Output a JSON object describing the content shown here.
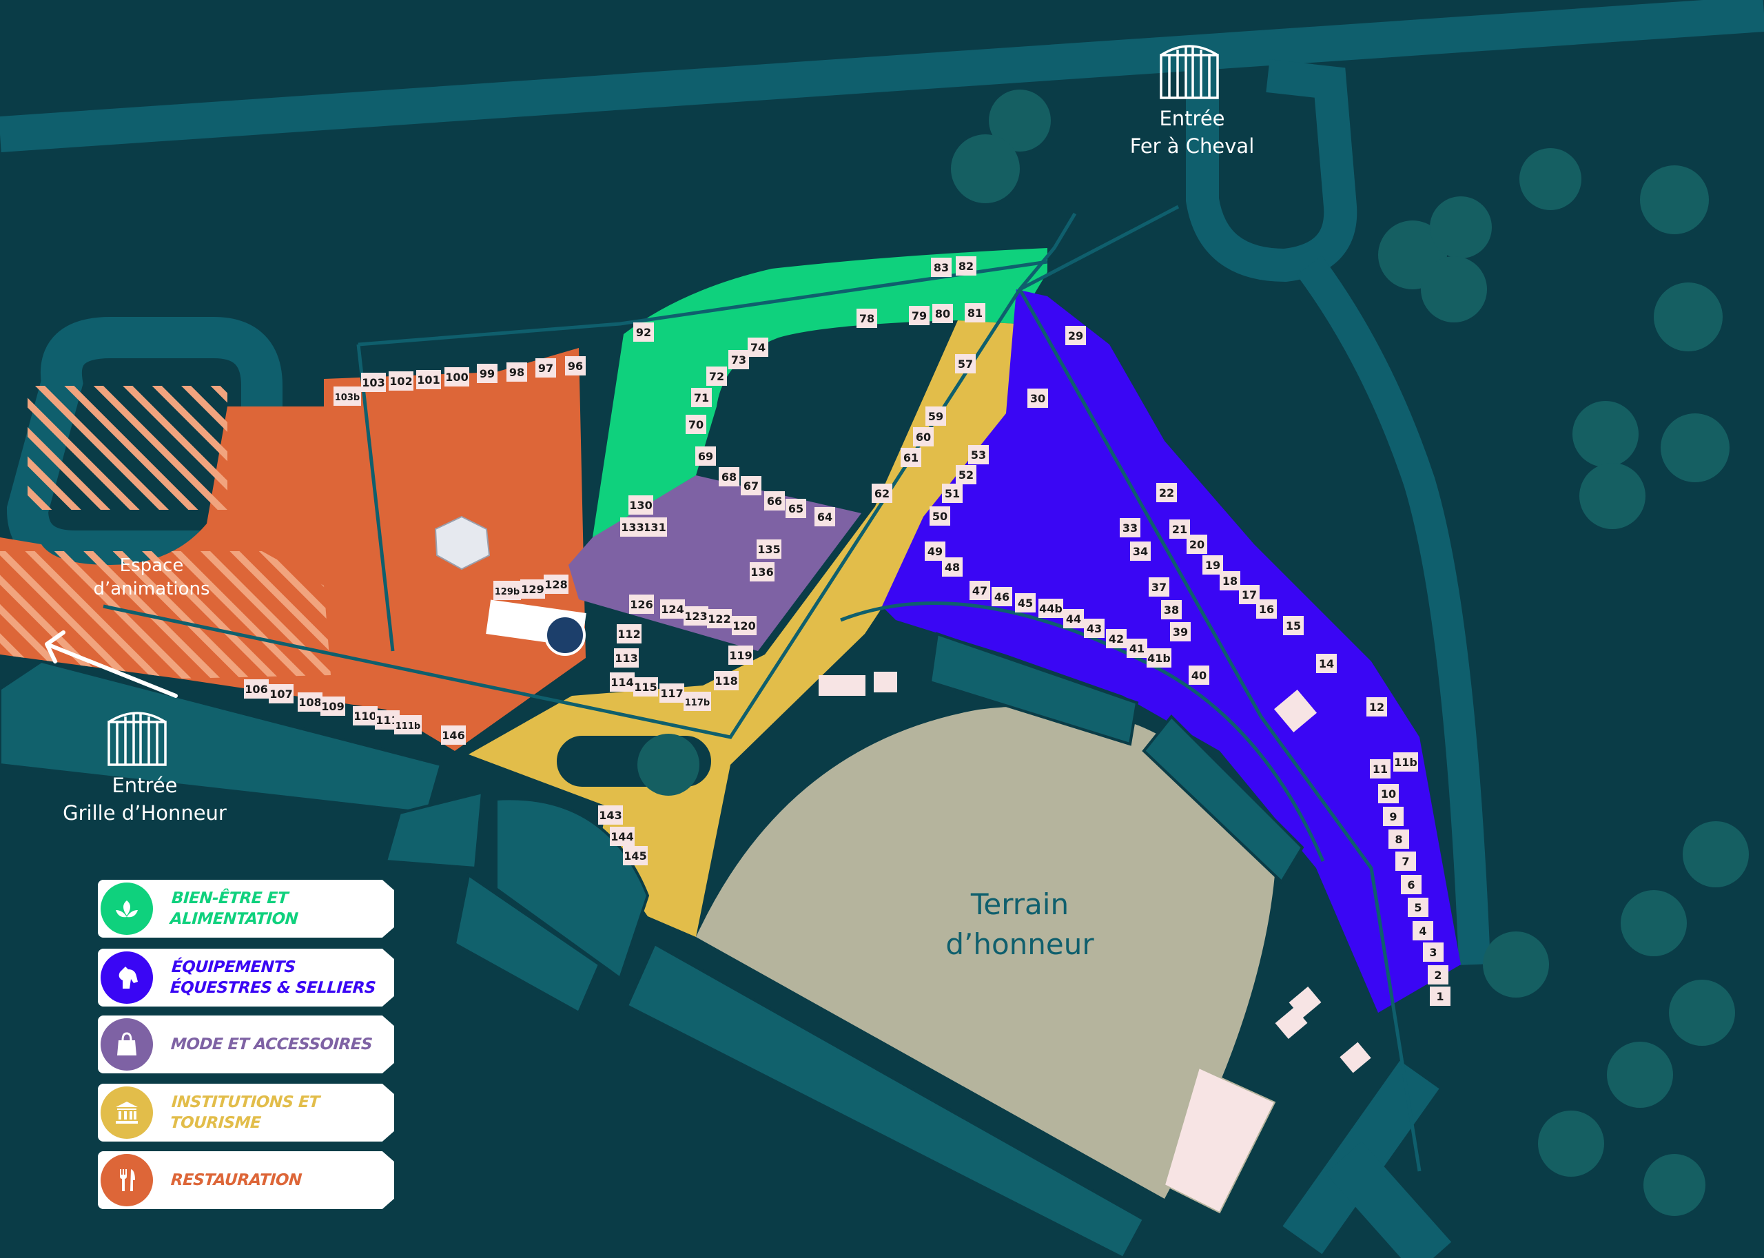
{
  "colors": {
    "background": "#0a3c47",
    "path": "#0f5f6d",
    "building": "#11616c",
    "green_zone": "#0fd17d",
    "blue_zone": "#3a06f4",
    "purple_zone": "#7e62a4",
    "yellow_zone": "#e2bd4a",
    "orange_zone": "#dd6638",
    "arena": "#b5b49d",
    "stand": "#f7e4e4"
  },
  "entrances": [
    {
      "line1": "Entrée",
      "line2": "Fer à Cheval",
      "icon": "gate-icon"
    },
    {
      "line1": "Entrée",
      "line2": "Grille d’Honneur",
      "icon": "gate-icon"
    }
  ],
  "zones": {
    "espace_line1": "Espace",
    "espace_line2": "d’animations",
    "terrain_line1": "Terrain",
    "terrain_line2": "d’honneur"
  },
  "legend": [
    {
      "label": "BIEN-ÊTRE ET ALIMENTATION",
      "color": "#0fd17d",
      "icon": "leaf-icon"
    },
    {
      "label": "ÉQUIPEMENTS ÉQUESTRES & SELLIERS",
      "color": "#3a06f4",
      "icon": "horse-head-icon"
    },
    {
      "label": "MODE ET ACCESSOIRES",
      "color": "#7e62a4",
      "icon": "shopping-bag-icon"
    },
    {
      "label": "INSTITUTIONS ET TOURISME",
      "color": "#e2bd4a",
      "icon": "institution-icon"
    },
    {
      "label": "RESTAURATION",
      "color": "#dd6638",
      "icon": "fork-knife-icon"
    }
  ],
  "stands": [
    "1",
    "2",
    "3",
    "4",
    "5",
    "6",
    "7",
    "8",
    "9",
    "10",
    "11",
    "11b",
    "12",
    "14",
    "15",
    "16",
    "17",
    "18",
    "19",
    "20",
    "21",
    "22",
    "29",
    "30",
    "33",
    "34",
    "37",
    "38",
    "39",
    "40",
    "41",
    "41b",
    "42",
    "43",
    "44",
    "44b",
    "45",
    "46",
    "47",
    "48",
    "49",
    "50",
    "51",
    "52",
    "53",
    "57",
    "59",
    "60",
    "61",
    "62",
    "64",
    "65",
    "66",
    "67",
    "68",
    "69",
    "70",
    "71",
    "72",
    "73",
    "74",
    "78",
    "79",
    "80",
    "81",
    "82",
    "83",
    "92",
    "96",
    "97",
    "98",
    "99",
    "100",
    "101",
    "102",
    "103",
    "103b",
    "106",
    "107",
    "108",
    "109",
    "110",
    "111",
    "111b",
    "112",
    "113",
    "114",
    "115",
    "117",
    "117b",
    "118",
    "119",
    "120",
    "122",
    "123",
    "124",
    "126",
    "128",
    "129",
    "129b",
    "130",
    "131",
    "133",
    "135",
    "136",
    "143",
    "144",
    "145",
    "146"
  ]
}
